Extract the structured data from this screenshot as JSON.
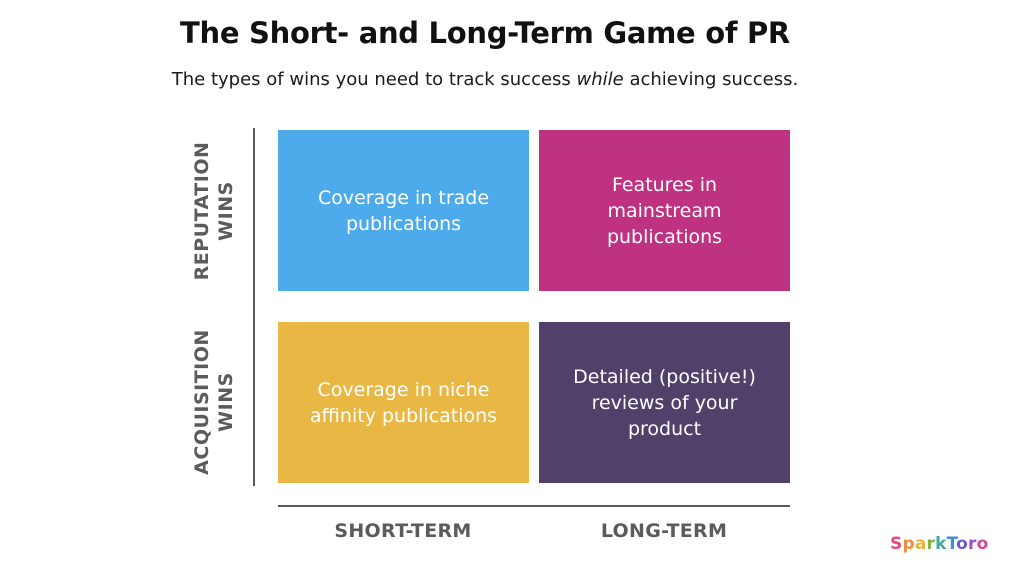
{
  "title": "The Short- and Long-Term Game of PR",
  "subtitle": {
    "before": "The types of wins you need to track success ",
    "emphasis": "while",
    "after": " achieving success."
  },
  "rows": [
    {
      "line1": "REPUTATION",
      "line2": "WINS"
    },
    {
      "line1": "ACQUISITION",
      "line2": "WINS"
    }
  ],
  "columns": [
    "SHORT-TERM",
    "LONG-TERM"
  ],
  "cells": [
    {
      "text": "Coverage in trade publications",
      "color": "#4dabeb"
    },
    {
      "text": "Features in mainstream publications",
      "color": "#bf3282"
    },
    {
      "text": "Coverage in niche affinity publications",
      "color": "#e8b744"
    },
    {
      "text": "Detailed (positive!) reviews of your product",
      "color": "#51406a"
    }
  ],
  "logo": {
    "text": "SparkToro",
    "letter_colors": [
      "#e2497a",
      "#f08a3c",
      "#e8b23a",
      "#7fb13f",
      "#3fa6a0",
      "#3f8fd6",
      "#6a5acd",
      "#9b4fc4",
      "#d14a9b"
    ]
  }
}
